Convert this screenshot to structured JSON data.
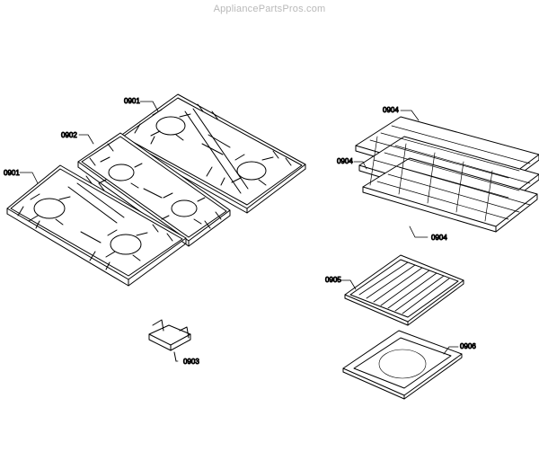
{
  "watermark": "AppliancePartsPros.com",
  "labels": {
    "grate_right": "0901",
    "grate_middle": "0902",
    "grate_left": "0901",
    "bracket": "0903",
    "rack_top": "0904",
    "rack_mid": "0904",
    "rack_bottom": "0904",
    "broil_insert": "0905",
    "broil_pan": "0906"
  }
}
